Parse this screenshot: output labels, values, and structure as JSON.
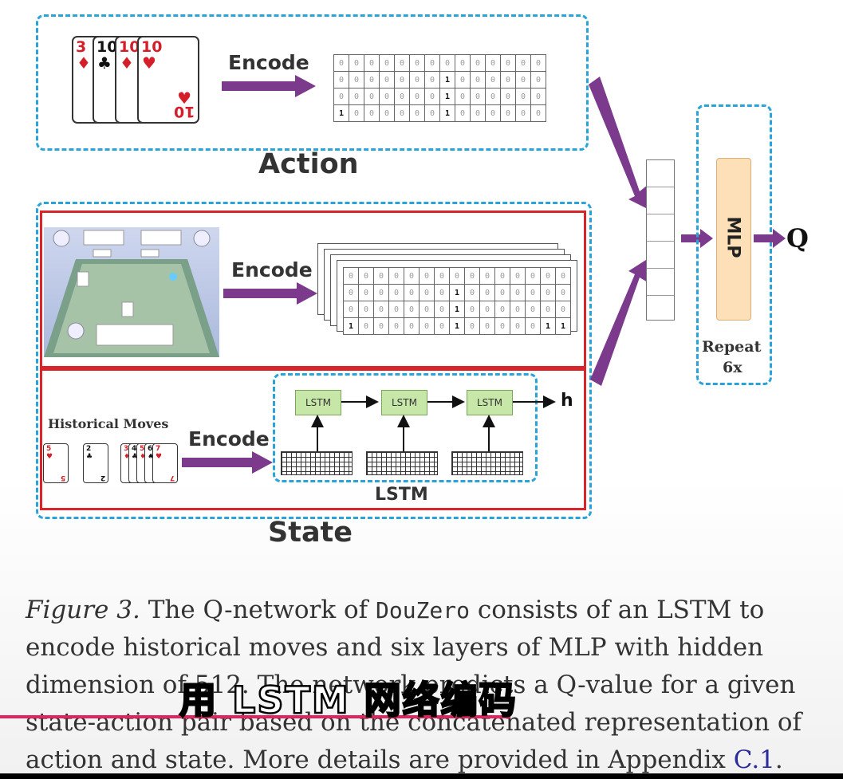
{
  "action_label": "Action",
  "state_label": "State",
  "encode_label": "Encode",
  "lstm_label": "LSTM",
  "lstm_cell": "LSTM",
  "h_label": "h",
  "mlp_label": "MLP",
  "repeat_label": "Repeat",
  "repeat_count": "6x",
  "q_label": "Q",
  "historical_label": "Historical Moves",
  "action_cards": [
    {
      "rank": "3",
      "suit": "♦",
      "color": "#d41f2a"
    },
    {
      "rank": "10",
      "suit": "♣",
      "color": "#111111"
    },
    {
      "rank": "10",
      "suit": "♦",
      "color": "#d41f2a"
    },
    {
      "rank": "10",
      "suit": "♥",
      "color": "#d41f2a"
    }
  ],
  "action_matrix": [
    [
      "0",
      "0",
      "0",
      "0",
      "0",
      "0",
      "0",
      "0",
      "0",
      "0",
      "0",
      "0",
      "0",
      "0"
    ],
    [
      "0",
      "0",
      "0",
      "0",
      "0",
      "0",
      "0",
      "1",
      "0",
      "0",
      "0",
      "0",
      "0",
      "0"
    ],
    [
      "0",
      "0",
      "0",
      "0",
      "0",
      "0",
      "0",
      "1",
      "0",
      "0",
      "0",
      "0",
      "0",
      "0"
    ],
    [
      "1",
      "0",
      "0",
      "0",
      "0",
      "0",
      "0",
      "1",
      "0",
      "0",
      "0",
      "0",
      "0",
      "0"
    ]
  ],
  "state_matrix": [
    [
      "0",
      "0",
      "0",
      "0",
      "0",
      "0",
      "0",
      "0",
      "0",
      "0",
      "0",
      "0",
      "0",
      "0",
      "0"
    ],
    [
      "0",
      "0",
      "0",
      "0",
      "0",
      "0",
      "0",
      "1",
      "0",
      "0",
      "0",
      "0",
      "0",
      "0",
      "0"
    ],
    [
      "0",
      "0",
      "0",
      "0",
      "0",
      "0",
      "0",
      "1",
      "0",
      "0",
      "0",
      "0",
      "0",
      "0",
      "0"
    ],
    [
      "1",
      "0",
      "0",
      "0",
      "0",
      "0",
      "0",
      "1",
      "0",
      "0",
      "0",
      "0",
      "0",
      "1",
      "1"
    ]
  ],
  "caption": {
    "fig": "Figure 3.",
    "part1": " The Q-network of ",
    "code": "DouZero",
    "part2": " consists of an LSTM to encode historical moves and six layers of MLP with hidden dimension of 512. The network predicts a Q-value for a given state-action pair based on the concatenated representation of action and state. More details are provided in Appendix ",
    "link": "C.1",
    "end": "."
  },
  "subtitle": "用 LSTM 网络编码",
  "colors": {
    "dashed_border": "#2aa3d8",
    "red_border": "#d9252a",
    "arrow": "#7b3a8c",
    "mlp_fill": "#fde0b8",
    "lstm_fill": "#c7e7a8",
    "subtitle_line": "#e0245e"
  }
}
